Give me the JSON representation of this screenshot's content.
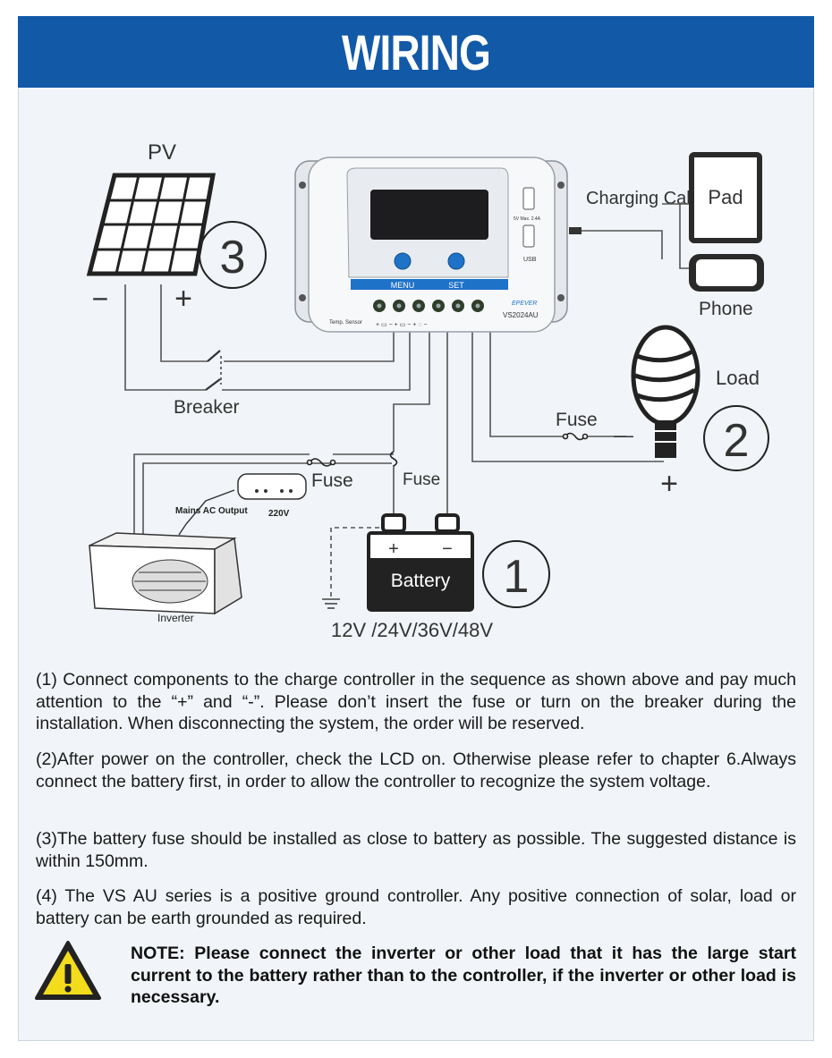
{
  "header": {
    "title": "WIRING"
  },
  "diagram": {
    "pv_label": "PV",
    "pv_minus": "−",
    "pv_plus": "+",
    "num_pv": "3",
    "breaker_label": "Breaker",
    "controller": {
      "menu_label": "MENU",
      "set_label": "SET",
      "brand": "EPEVER",
      "model": "VS2024AU",
      "usb_label": "USB",
      "usb_spec": "5V  Max. 2.4A",
      "temp_sensor": "Temp. Sensor"
    },
    "charging_cable": "Charging Cable",
    "pad_label": "Pad",
    "phone_label": "Phone",
    "load_label": "Load",
    "num_load": "2",
    "load_minus": "—",
    "load_plus": "+",
    "fuse_load": "Fuse",
    "fuse_inverter": "Fuse",
    "fuse_battery": "Fuse",
    "mains_ac_output": "Mains AC Output",
    "socket_voltage": "220V",
    "inverter_label": "Inverter",
    "battery_label": "Battery",
    "battery_plus": "+",
    "battery_minus": "−",
    "num_battery": "1",
    "voltage": "12V /24V/36V/48V"
  },
  "instructions": [
    "(1) Connect components to the charge controller in the sequence as shown above and pay much attention to the “+” and “-”. Please don’t insert the fuse or turn on the breaker during the installation. When disconnecting the system, the order will be reserved.",
    "(2)After power on the controller, check the LCD on. Otherwise please refer to chapter 6.Always connect the battery first, in order to allow the controller to recognize the system voltage.",
    "(3)The battery fuse should be installed as close to battery as possible. The suggested distance is within 150mm.",
    "(4) The VS AU series is a positive ground controller. Any positive connection of solar, load or battery can be earth grounded as required."
  ],
  "note": "NOTE: Please connect the inverter or other load that it has the large start current to the battery rather than to the controller, if the inverter or other load is necessary.",
  "colors": {
    "banner": "#1259a8",
    "button_blue": "#1e72c8",
    "warning_yellow": "#f2dc1c"
  }
}
